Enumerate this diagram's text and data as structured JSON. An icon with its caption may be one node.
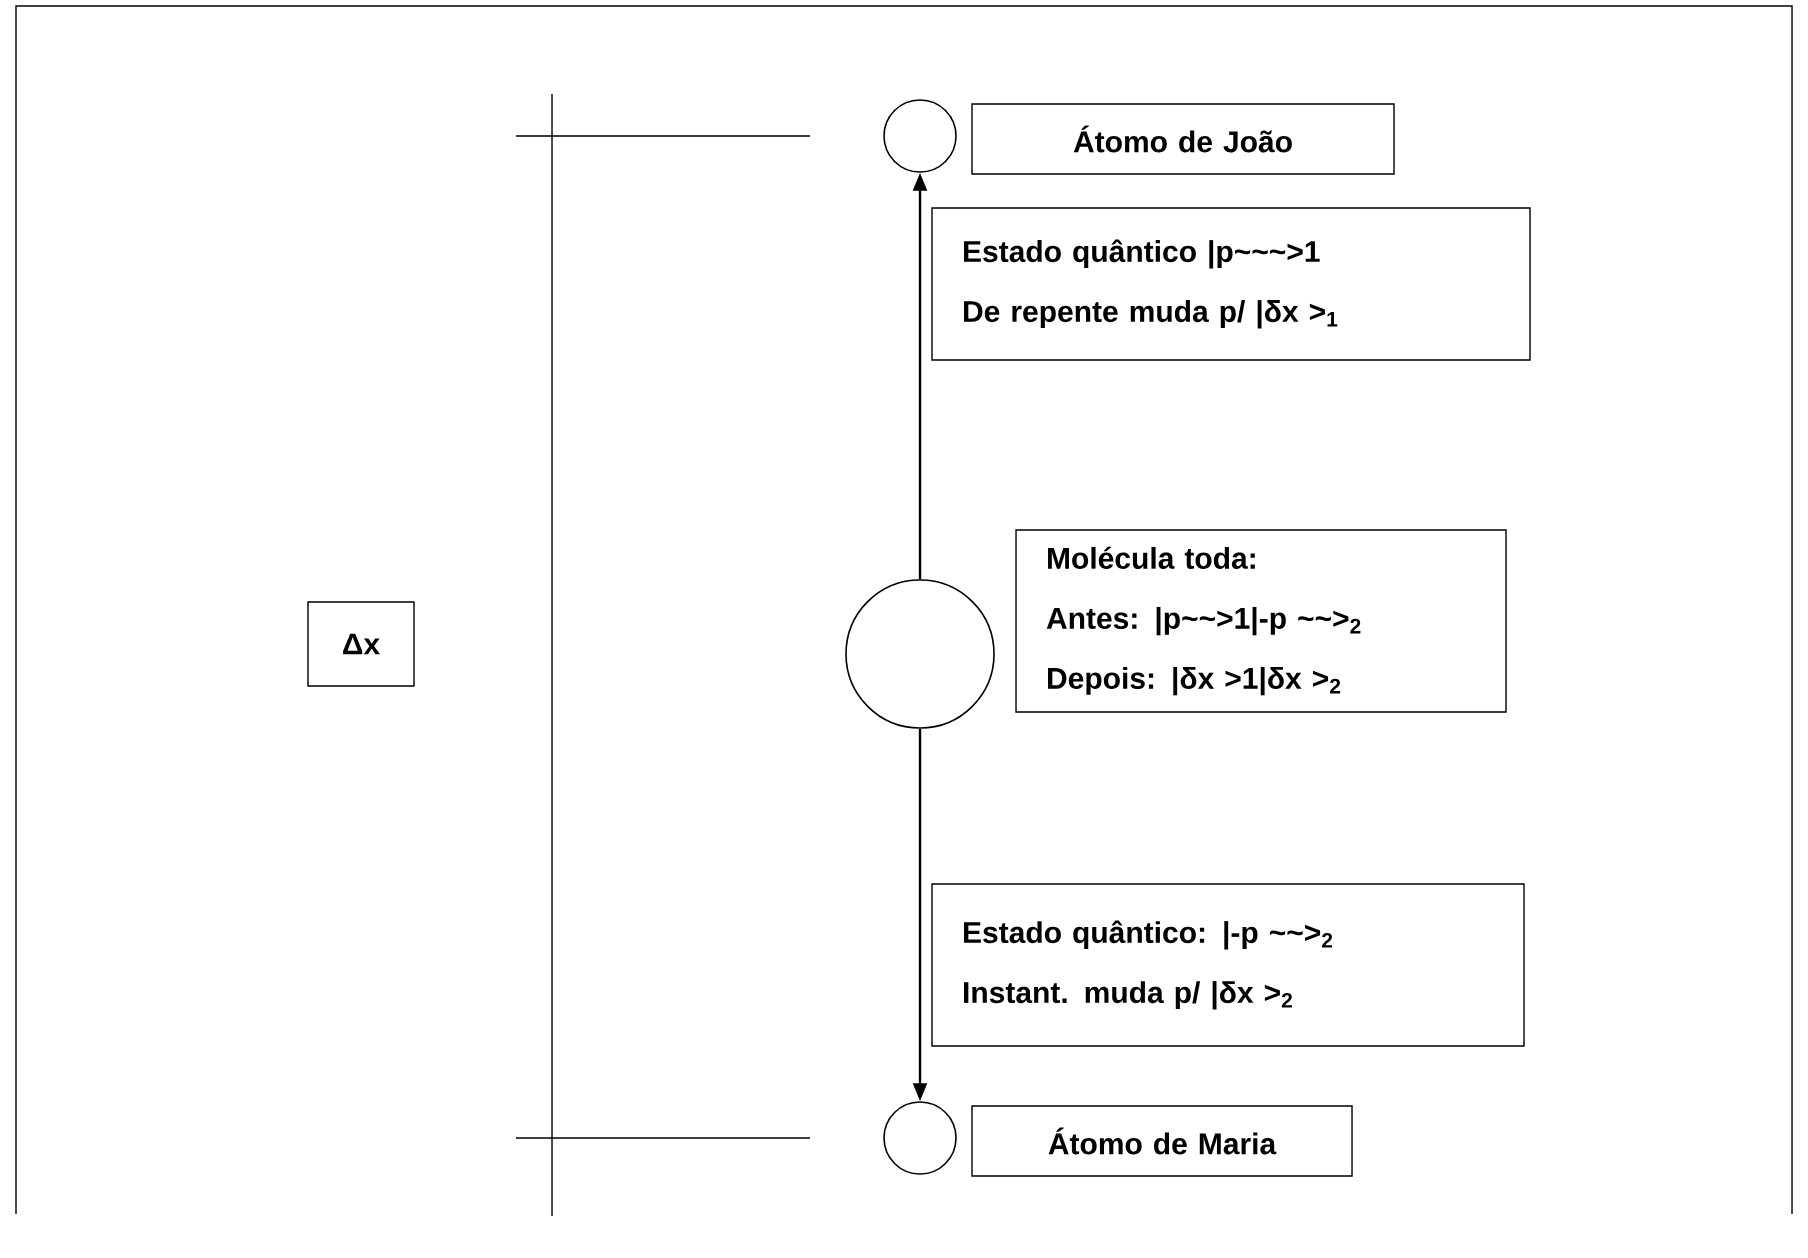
{
  "diagram": {
    "nodes": [
      {
        "text": [],
        "shape": "circle"
      },
      {
        "text": [
          "Átomo  de João"
        ]
      },
      {
        "text": [
          "Estado quântico |p~~~>1",
          "De repente muda p/ |δx >$_{1}$"
        ]
      },
      {
        "text": [
          "Δx"
        ]
      },
      {
        "text": [],
        "shape": "circle"
      },
      {
        "text": [
          "Molécula toda:",
          "Antes: |p~~>1|-p ~~>$_{2}$",
          "Depois: |δx >1|δx >$_{2}$"
        ]
      },
      {
        "text": [
          "Estado quântico: |-p ~~>$_{2}$",
          "Instant. muda p/ |δx >$_{2}$"
        ]
      },
      {
        "text": [],
        "shape": "circle"
      },
      {
        "text": [
          "Átomo de Maria"
        ]
      }
    ],
    "edges": [
      {
        "from": 4,
        "to": 0,
        "arrow": "to"
      },
      {
        "from": 4,
        "to": 7,
        "arrow": "to"
      }
    ]
  }
}
